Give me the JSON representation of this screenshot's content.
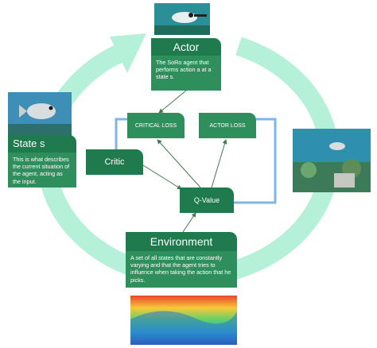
{
  "actor": {
    "title": "Actor",
    "description": "The SoRo agent that performs action a at a state s."
  },
  "state": {
    "title": "State s",
    "description": "This is what describes the current situation of the agent, acting as the input."
  },
  "critic": {
    "title": "Critic"
  },
  "critical_loss": {
    "label": "CRITICAL LOSS"
  },
  "actor_loss": {
    "label": "ACTOR LOSS"
  },
  "q_value": {
    "label": "Q-Value"
  },
  "environment": {
    "title": "Environment",
    "description": "A set of all states that are constantly varying and that the agent tries to influence when taking the action that he picks."
  },
  "colors": {
    "cycle_arrow": "#b5f0d9",
    "card_dark": "#1f7a4d",
    "card_light": "#2f8f5c",
    "connector": "#3e7b4e",
    "loop_line": "#7fb5e6"
  }
}
